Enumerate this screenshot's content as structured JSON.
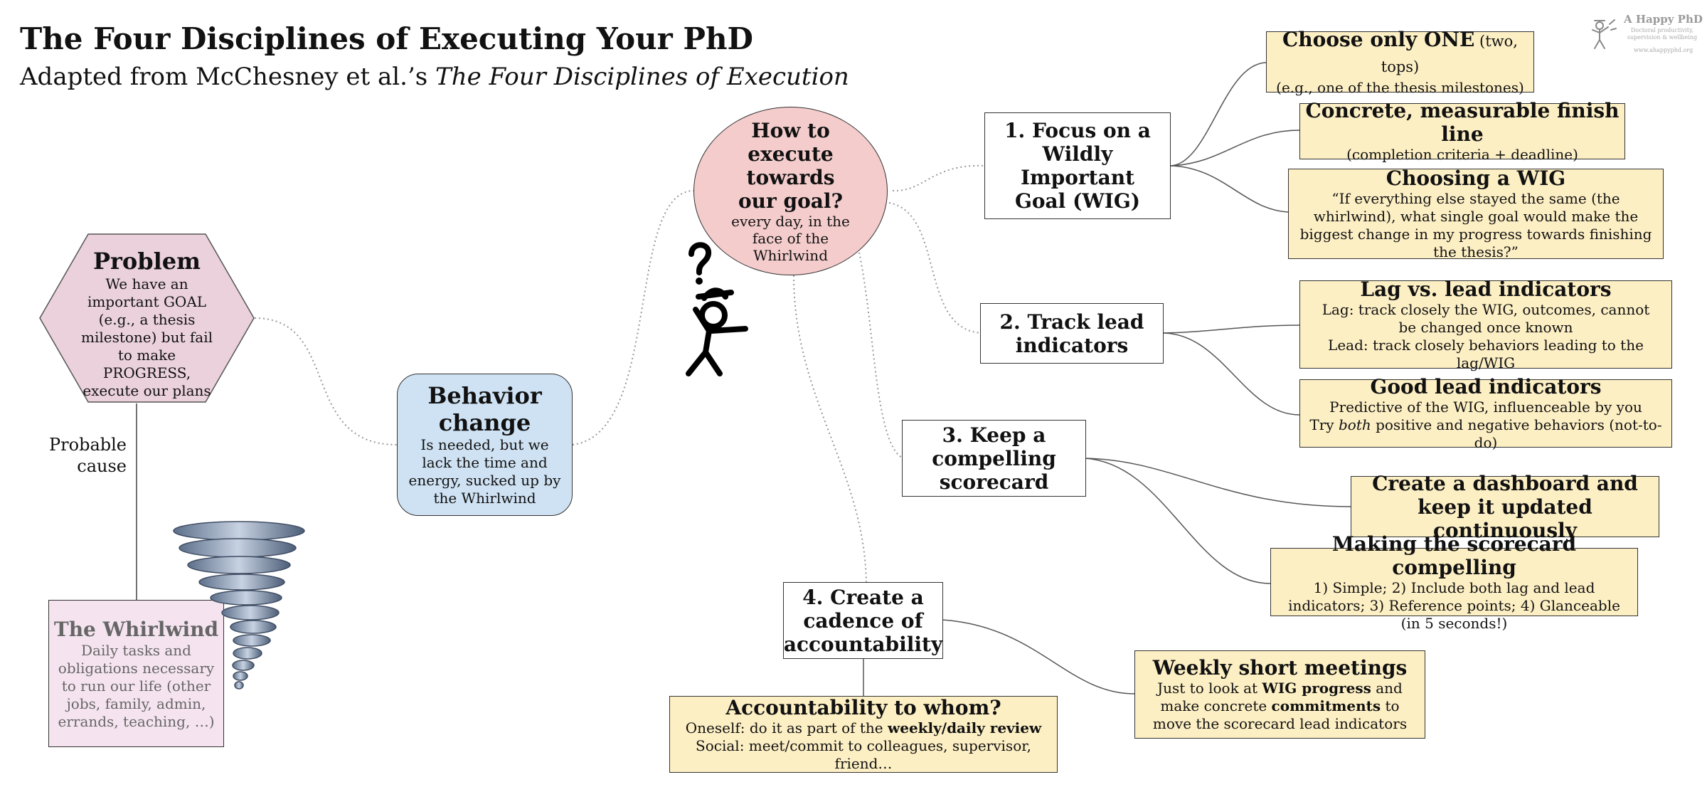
{
  "header": {
    "title": "The Four Disciplines of Executing Your PhD",
    "subtitle_prefix": "Adapted from McChesney et al.’s ",
    "subtitle_book": "The Four Disciplines of Execution"
  },
  "brand": {
    "name": "A Happy PhD",
    "tagline": "Doctoral productivity, supervision & wellbeing",
    "url": "www.ahappyphd.org"
  },
  "problem": {
    "title": "Problem",
    "body": "We have an important GOAL (e.g., a thesis milestone) but fail to make PROGRESS, execute our plans"
  },
  "cause_label": "Probable cause",
  "whirlwind": {
    "title": "The Whirlwind",
    "body": "Daily tasks and obligations necessary to run our life (other jobs, family, admin, errands, teaching, …)"
  },
  "behavior": {
    "title": "Behavior change",
    "body": "Is needed, but we lack the time and energy, sucked up by the Whirlwind"
  },
  "central": {
    "title": "How to execute towards our goal?",
    "body": "every day, in the face of the Whirlwind"
  },
  "disciplines": {
    "d1": "1. Focus on a Wildly Important Goal (WIG)",
    "d2": "2. Track lead indicators",
    "d3": "3. Keep a compelling scorecard",
    "d4": "4. Create a cadence of accountability"
  },
  "notes": {
    "one": {
      "title": "Choose only ONE",
      "title_small": " (two, tops)",
      "body": "(e.g., one of the thesis milestones)"
    },
    "finish": {
      "title": "Concrete, measurable finish line",
      "body": "(completion criteria + deadline)"
    },
    "wig": {
      "title": "Choosing a WIG",
      "body": "“If everything else stayed the same (the whirlwind), what single goal would make the biggest change in my progress towards finishing the thesis?”"
    },
    "lag": {
      "title": "Lag vs. lead indicators",
      "body1": "Lag: track closely the WIG, outcomes, cannot be changed once known",
      "body2": "Lead: track closely behaviors leading to the lag/WIG"
    },
    "good": {
      "title": "Good lead indicators",
      "body1": "Predictive of the WIG, influenceable by you",
      "body2_a": "Try ",
      "body2_em": "both",
      "body2_b": " positive and negative behaviors (not-to-do)"
    },
    "dashboard": {
      "title": "Create a dashboard and keep it updated continuously"
    },
    "scorecard": {
      "title": "Making the scorecard compelling",
      "body": "1) Simple; 2) Include both lag and lead indicators; 3) Reference points; 4) Glanceable (in 5 seconds!)"
    },
    "weekly": {
      "title": "Weekly short meetings",
      "b1": "Just to look at ",
      "b2": "WIG progress",
      "b3": " and make concrete ",
      "b4": "commitments",
      "b5": " to move the scorecard lead indicators"
    },
    "whom": {
      "title": "Accountability to whom?",
      "l1a": "Oneself: do it as part of the ",
      "l1b": "weekly/daily review",
      "l2": "Social: meet/commit to colleagues, supervisor, friend…"
    }
  },
  "icons": [
    "stick-figure-icon",
    "tornado-icon",
    "happy-phd-logo-icon"
  ],
  "colors": {
    "problem": "#ead1dc",
    "behavior": "#cfe2f3",
    "central": "#f4cccc",
    "whirlwind": "#f5e4ef",
    "note": "#fdefc4"
  }
}
